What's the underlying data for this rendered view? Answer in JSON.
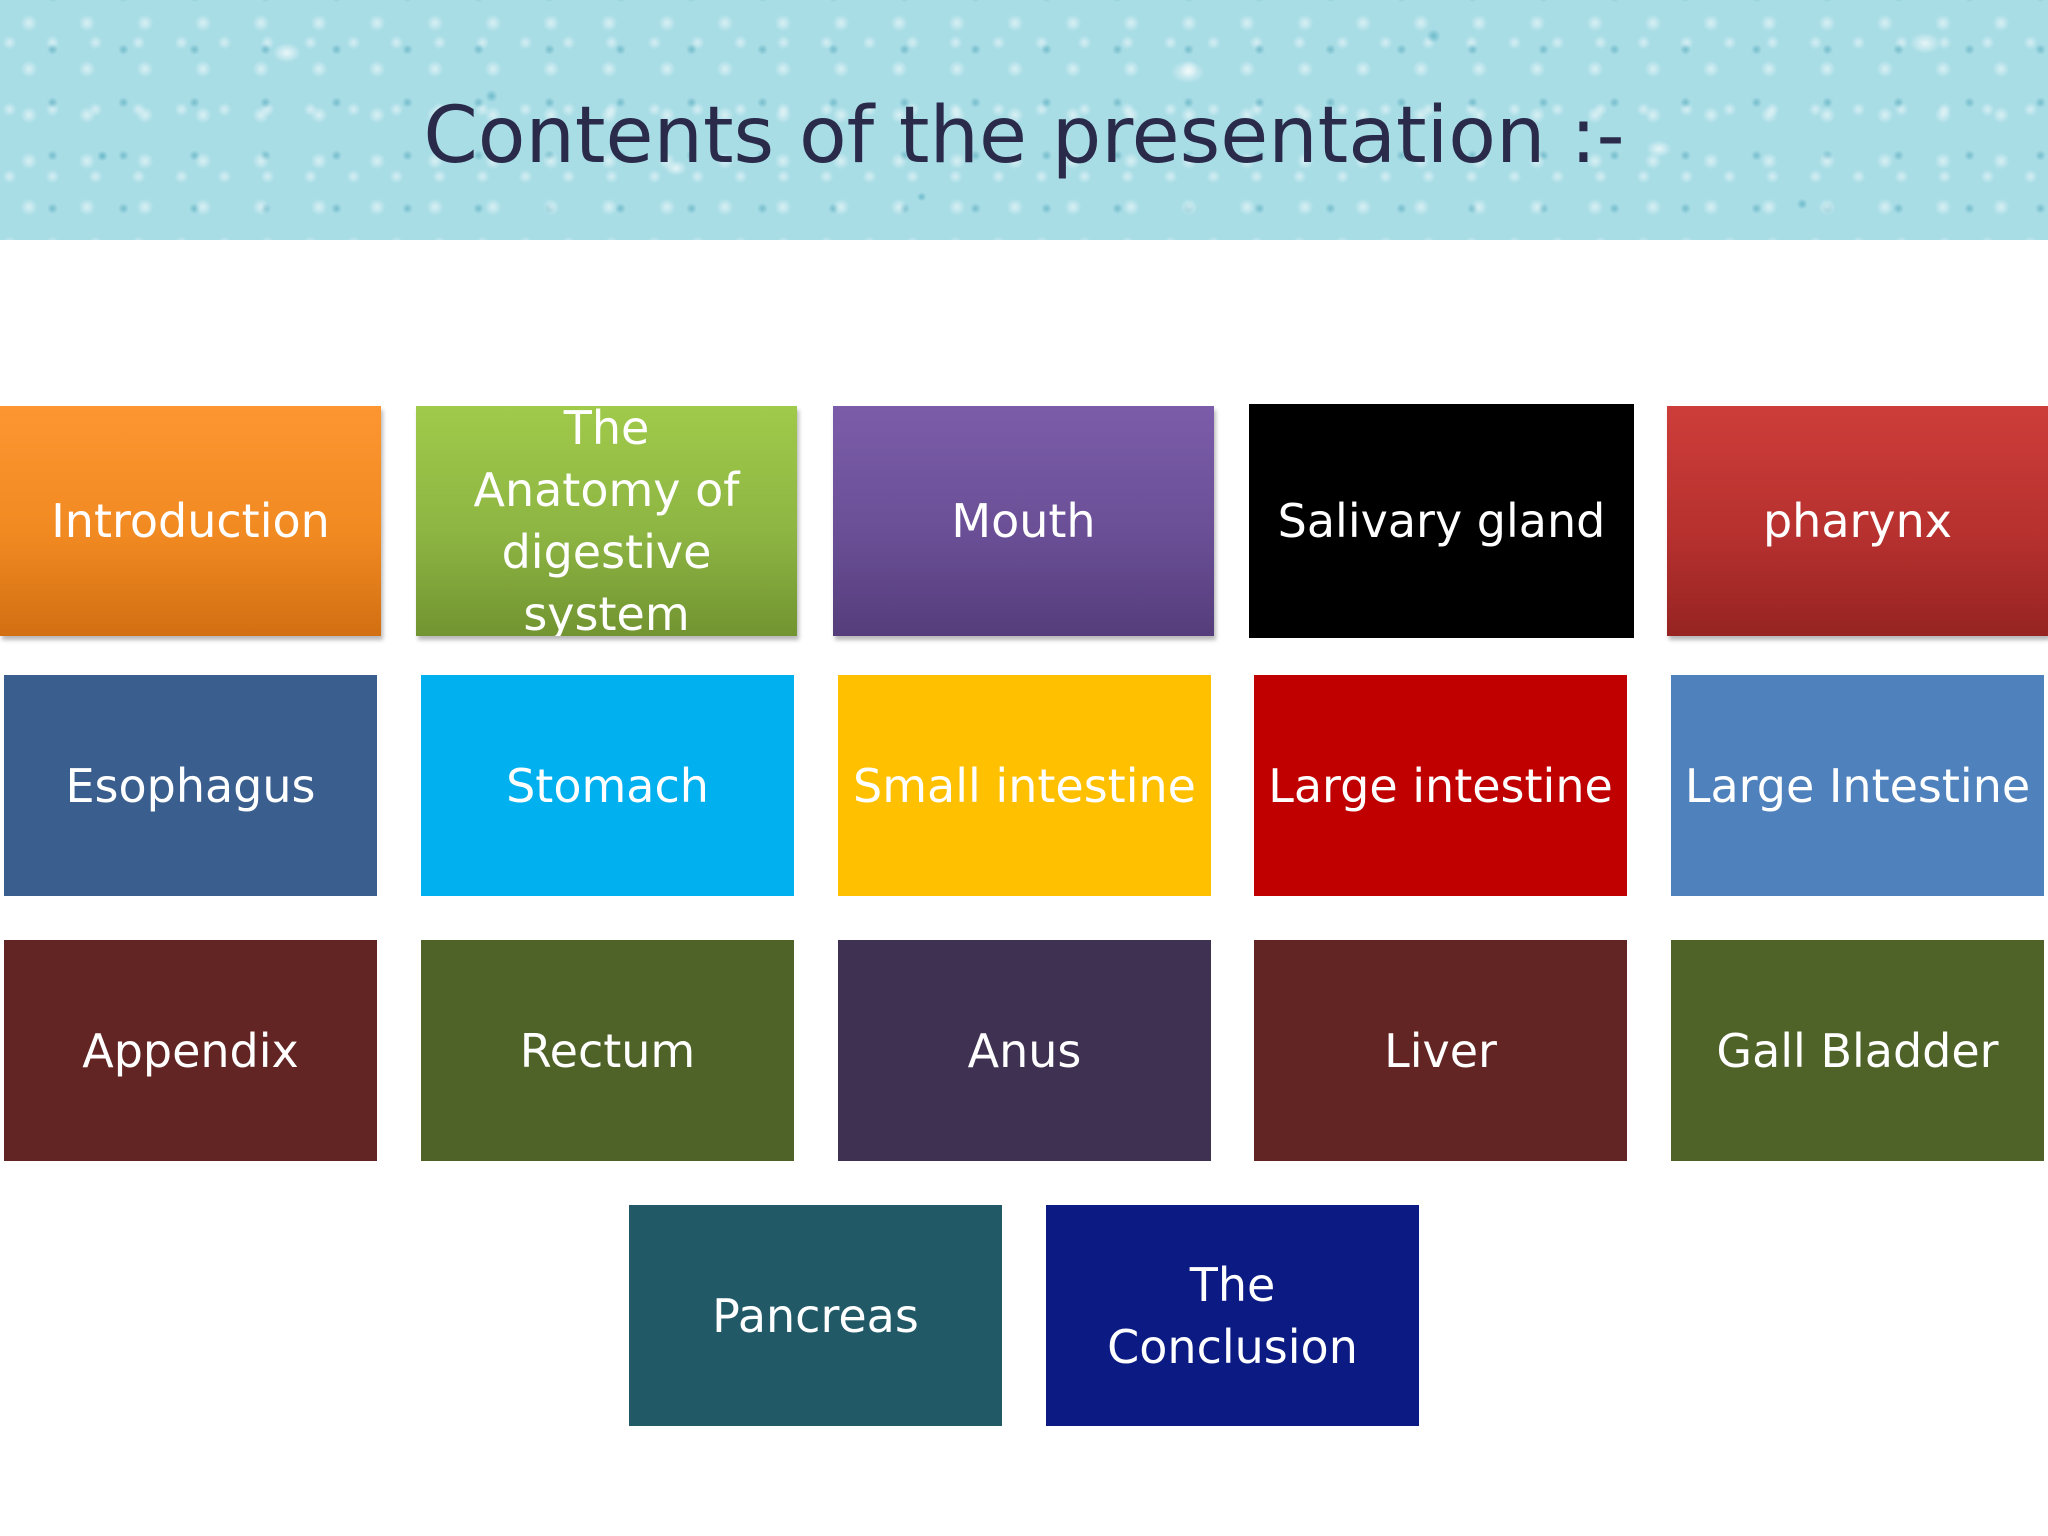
{
  "slide": {
    "title": "Contents of the presentation :-",
    "tiles": [
      {
        "label": "Introduction",
        "color": "#f28a22"
      },
      {
        "label": "The Anatomy of digestive system",
        "color": "#8db543"
      },
      {
        "label": "Mouth",
        "color": "#6a4f96"
      },
      {
        "label": "Salivary gland",
        "color": "#000000"
      },
      {
        "label": "pharynx",
        "color": "#b7312f"
      },
      {
        "label": "Esophagus",
        "color": "#3a5f8f"
      },
      {
        "label": "Stomach",
        "color": "#00b0ef"
      },
      {
        "label": "Small intestine",
        "color": "#ffc000"
      },
      {
        "label": "Large intestine",
        "color": "#c00000"
      },
      {
        "label": "Large Intestine",
        "color": "#4f81bd"
      },
      {
        "label": "Appendix",
        "color": "#632523"
      },
      {
        "label": "Rectum",
        "color": "#4f6228"
      },
      {
        "label": "Anus",
        "color": "#3f3151"
      },
      {
        "label": "Liver",
        "color": "#632523"
      },
      {
        "label": "Gall Bladder",
        "color": "#4f6228"
      },
      {
        "label": "Pancreas",
        "color": "#215967"
      },
      {
        "label": "The Conclusion",
        "color": "#0c1a83"
      }
    ]
  }
}
